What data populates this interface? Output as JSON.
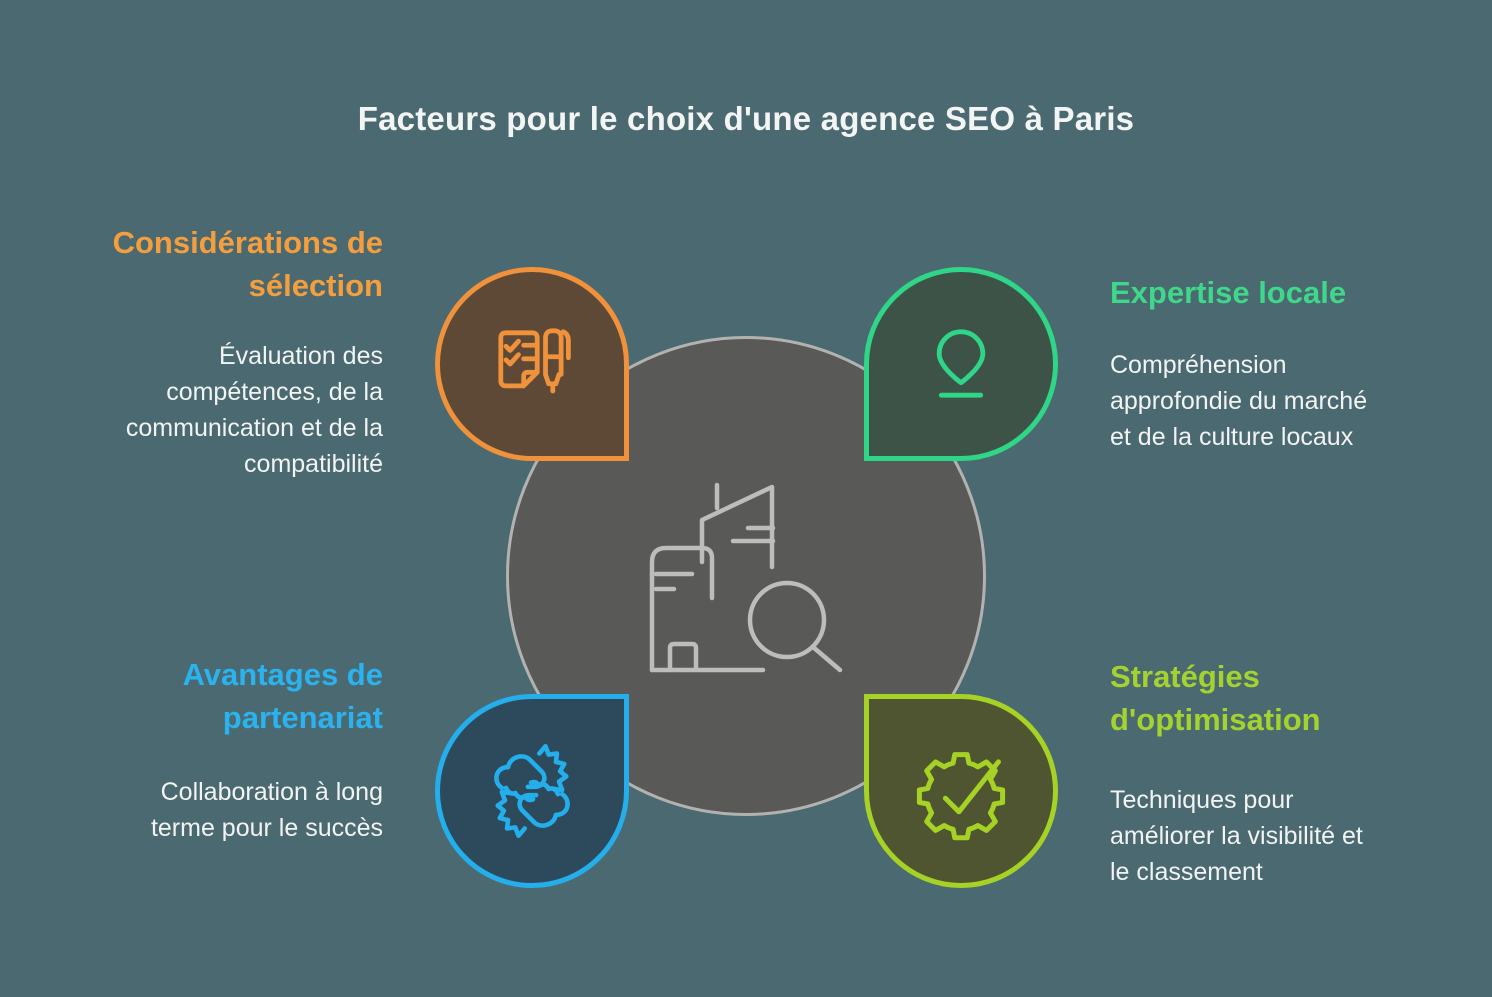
{
  "title": "Facteurs pour le choix d'une agence SEO à Paris",
  "palette": {
    "background": "#4B6970",
    "title_color": "#F2F5F4",
    "body_text_color": "#F2F4F3",
    "center_circle_fill": "#595957",
    "center_circle_ring": "#B2B2B0",
    "center_icon_stroke": "#BDBDBA",
    "orange_accent": "#F0923C",
    "orange_node_fill": "#5E4936",
    "green_accent": "#2FD687",
    "green_node_fill": "#3D5348",
    "blue_accent": "#24AFEC",
    "blue_node_fill": "#2D4A5C",
    "lime_accent": "#A6D226",
    "lime_node_fill": "#4F5530"
  },
  "center": {
    "icon": "city-search-icon"
  },
  "sections": {
    "selection": {
      "heading": "Considérations de\nsélection",
      "body": "Évaluation des\ncompétences, de la\ncommunication et de la\ncompatibilité",
      "icon": "checklist-pen-icon",
      "accent": "#F0923C"
    },
    "expertise": {
      "heading": "Expertise locale",
      "body": "Compréhension\napprofondie du marché\net de la culture locaux",
      "icon": "location-pin-icon",
      "accent": "#2FD687"
    },
    "partenariat": {
      "heading": "Avantages de\npartenariat",
      "body": "Collaboration à long\nterme pour le succès",
      "icon": "hands-collaboration-icon",
      "accent": "#24AFEC"
    },
    "optimisation": {
      "heading": "Stratégies\nd'optimisation",
      "body": "Techniques pour\naméliorer la visibilité et\nle classement",
      "icon": "gear-check-icon",
      "accent": "#A6D226"
    }
  }
}
